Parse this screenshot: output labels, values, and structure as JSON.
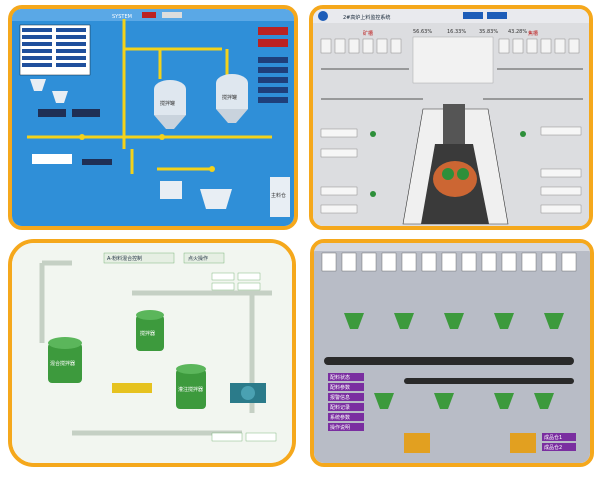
{
  "colors": {
    "frame_border": "#f5a81c",
    "panel1_background": "#2f8fd8",
    "panel2_background": "#dcdde0",
    "panel3_background": "#f2f6f0",
    "panel4_background": "#b8bcc6"
  },
  "panel1": {
    "header_text": "SYSTEM",
    "vessel_label_1": "搅拌罐",
    "vessel_label_2": "搅拌罐",
    "silo_label": "主料仓"
  },
  "panel2": {
    "title": "2#高炉上料监控系统",
    "left_bin_label": "矿槽",
    "right_bin_label": "焦槽",
    "reading_left": "56.63%",
    "reading_mid": "16.33%",
    "reading_right": "35.83%",
    "reading_far": "43.28%"
  },
  "panel3": {
    "header_1": "A-粉料混合控制",
    "header_2": "点火操作",
    "tank_label_1": "混合搅拌器",
    "tank_label_2": "搅拌器",
    "tank_label_3": "灌注搅拌器"
  },
  "panel4": {
    "legend_1": "配料状态",
    "legend_2": "配料参数",
    "legend_3": "报警信息",
    "legend_4": "配料记录",
    "legend_5": "系统参数",
    "legend_6": "操作说明",
    "side_label_1": "成品仓1",
    "side_label_2": "成品仓2"
  }
}
